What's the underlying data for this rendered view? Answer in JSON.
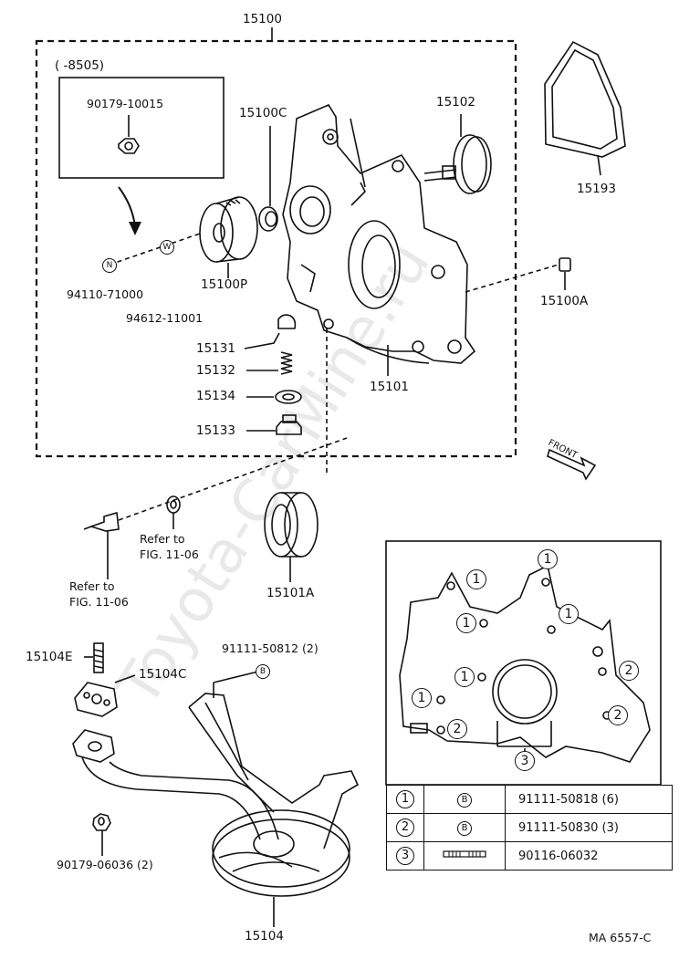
{
  "watermark": "Toyota-CarMine.ru",
  "group_label": "15100",
  "date_range": "(        -8505)",
  "parts": {
    "p90179_10015": "90179-10015",
    "p94110": "94110-71000",
    "p94612": "94612-11001",
    "p15100P": "15100P",
    "p15100C": "15100C",
    "p15102": "15102",
    "p15193": "15193",
    "p15100A": "15100A",
    "p15131": "15131",
    "p15132": "15132",
    "p15134": "15134",
    "p15133": "15133",
    "p15101": "15101",
    "p15101A": "15101A",
    "p15104E": "15104E",
    "p15104C": "15104C",
    "p91111_50812": "91111-50812 (2)",
    "p90179_06036": "90179-06036 (2)",
    "p15104": "15104"
  },
  "refs": {
    "ref1_line1": "Refer to",
    "ref1_line2": "FIG. 11-06",
    "ref2_line1": "Refer to",
    "ref2_line2": "FIG. 11-06"
  },
  "markers": {
    "N": "N",
    "W": "W",
    "B": "B",
    "front": "FRONT"
  },
  "legend": [
    {
      "num": "1",
      "sym": "B",
      "part": "91111-50818 (6)"
    },
    {
      "num": "2",
      "sym": "B",
      "part": "91111-50830 (3)"
    },
    {
      "num": "3",
      "sym": "",
      "part": "90116-06032"
    }
  ],
  "callouts": {
    "one": "1",
    "two": "2",
    "three": "3"
  },
  "diagram_id": "MA 6557-C"
}
